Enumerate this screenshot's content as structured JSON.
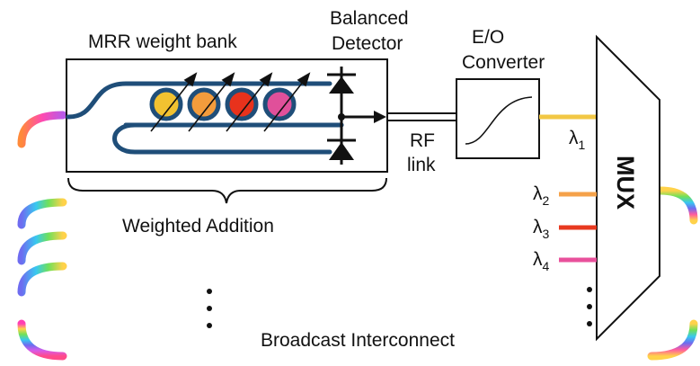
{
  "labels": {
    "mrr_weight_bank": "MRR weight bank",
    "balanced_line1": "Balanced",
    "balanced_line2": "Detector",
    "eo_line1": "E/O",
    "eo_line2": "Converter",
    "rf_line1": "RF",
    "rf_line2": "link",
    "weighted_addition": "Weighted Addition",
    "broadcast_interconnect": "Broadcast Interconnect",
    "mux": "MUX",
    "lambda_symbol": "λ",
    "lambda_1_sub": "1",
    "lambda_2_sub": "2",
    "lambda_3_sub": "3",
    "lambda_4_sub": "4"
  },
  "colors": {
    "waveguide": "#1f4e79",
    "ring1": "#f2c230",
    "ring2": "#f39c3c",
    "ring3": "#e8321c",
    "ring4": "#e0509a",
    "lambda1": "#f2c744",
    "lambda2": "#f5a24a",
    "lambda3": "#e8391f",
    "lambda4": "#e8509b"
  }
}
